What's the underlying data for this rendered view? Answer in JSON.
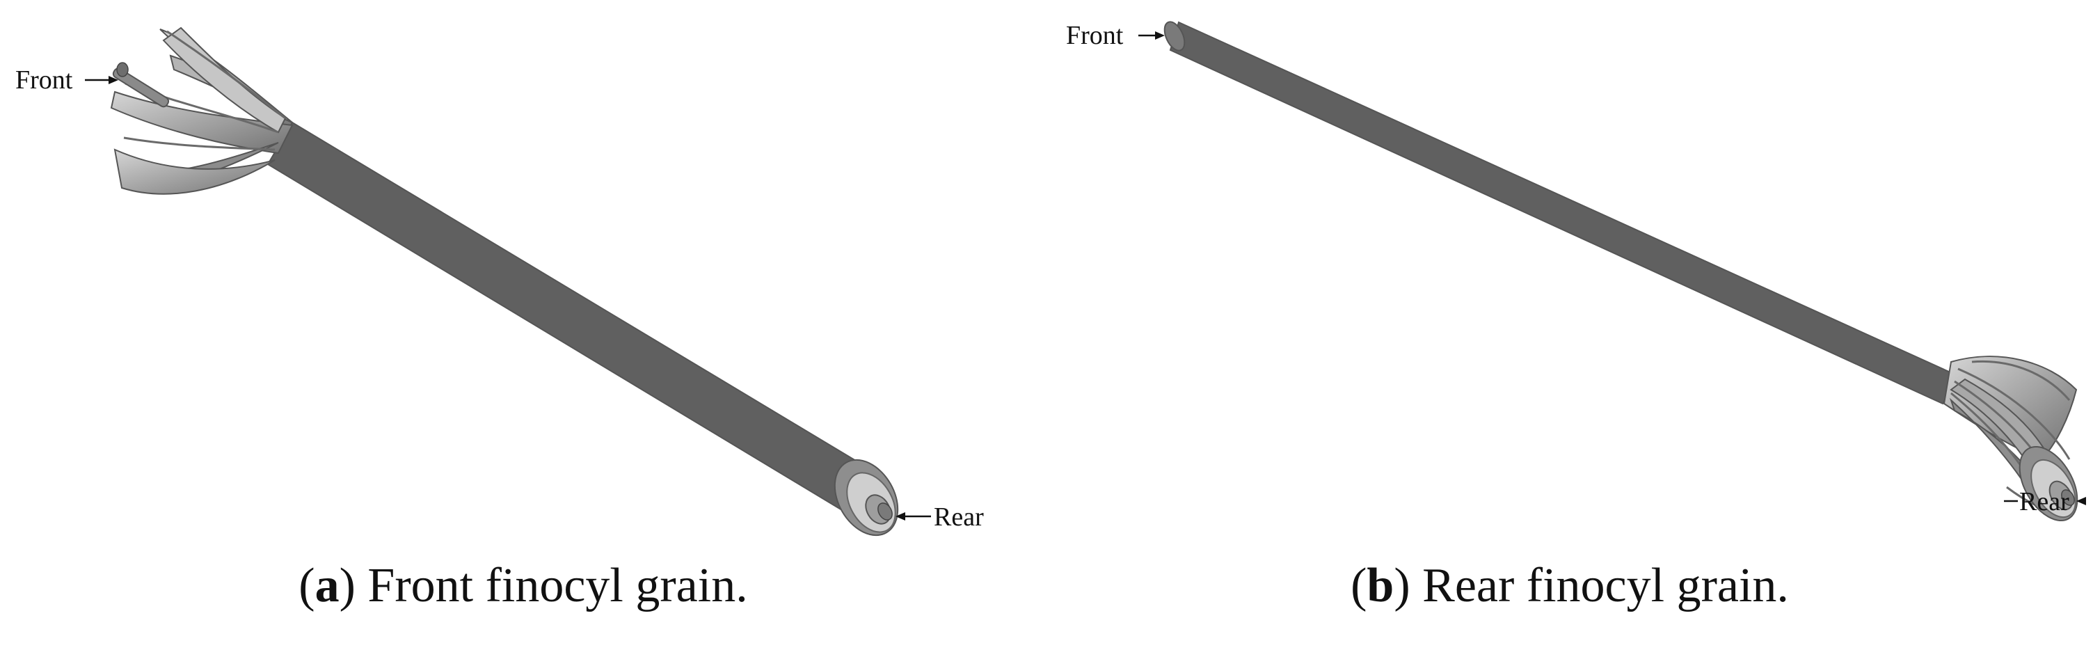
{
  "figure": {
    "panels": [
      {
        "id": "a",
        "front_label": "Front",
        "rear_label": "Rear",
        "caption_letter": "a",
        "caption_text": " Front finocyl grain."
      },
      {
        "id": "b",
        "front_label": "Front",
        "rear_label": "Rear",
        "caption_letter": "b",
        "caption_text": " Rear finocyl grain."
      }
    ],
    "colors": {
      "body_light": "#c8c8c8",
      "body_mid": "#9a9a9a",
      "body_dark": "#5e5e5e",
      "fin_light": "#d2d2d2",
      "fin_dark": "#6a6a6a",
      "annotation": "#111111"
    }
  }
}
